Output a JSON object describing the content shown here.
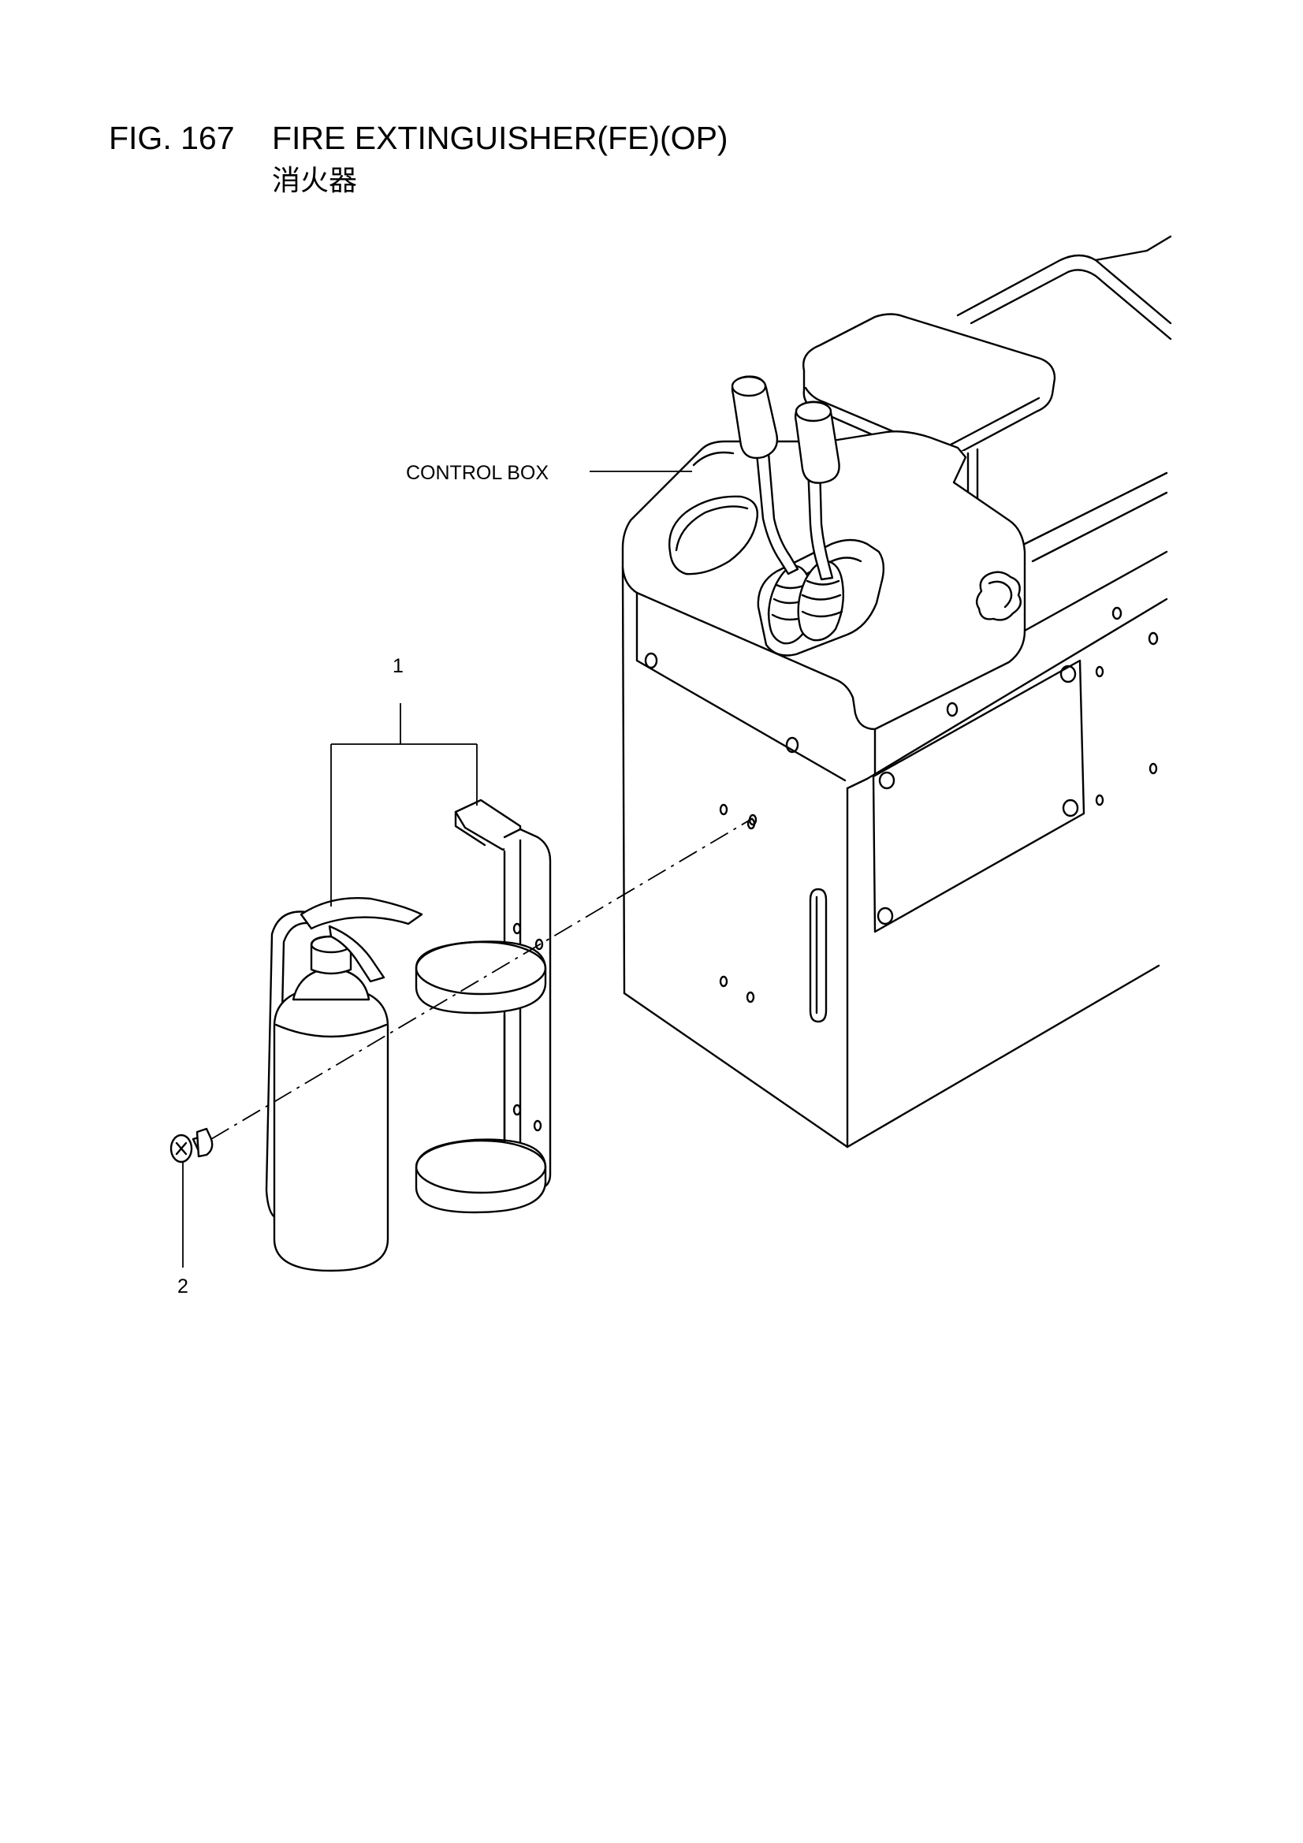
{
  "header": {
    "fig_number": "FIG. 167",
    "title": "FIRE EXTINGUISHER(FE)(OP)",
    "subtitle": "消火器"
  },
  "callouts": {
    "control_box": "CONTROL BOX",
    "part_1": "1",
    "part_2": "2"
  }
}
